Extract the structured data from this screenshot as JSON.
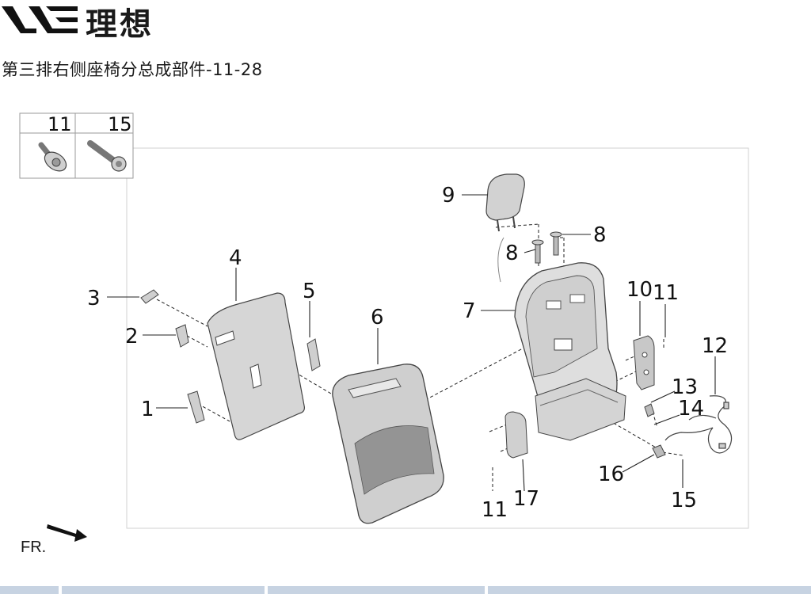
{
  "header": {
    "brand": "理想",
    "title": "第三排右侧座椅分总成部件-11-28"
  },
  "fastener_legend": {
    "items": [
      {
        "label": "11",
        "icon": "flange-bolt-icon"
      },
      {
        "label": "15",
        "icon": "torx-bolt-icon"
      }
    ]
  },
  "callouts": {
    "c1": "1",
    "c2": "2",
    "c3": "3",
    "c4": "4",
    "c5": "5",
    "c6": "6",
    "c7": "7",
    "c8a": "8",
    "c8b": "8",
    "c9": "9",
    "c10": "10",
    "c11a": "11",
    "c11b": "11",
    "c12": "12",
    "c13": "13",
    "c14": "14",
    "c15": "15",
    "c16": "16",
    "c17": "17"
  },
  "orientation": {
    "label": "FR."
  },
  "colors": {
    "ink": "#1a1a1a",
    "part_fill": "#d9d9d9",
    "part_dark": "#8a8a8a",
    "frame": "#cfcfcf",
    "bar": "#c7d3e2"
  }
}
